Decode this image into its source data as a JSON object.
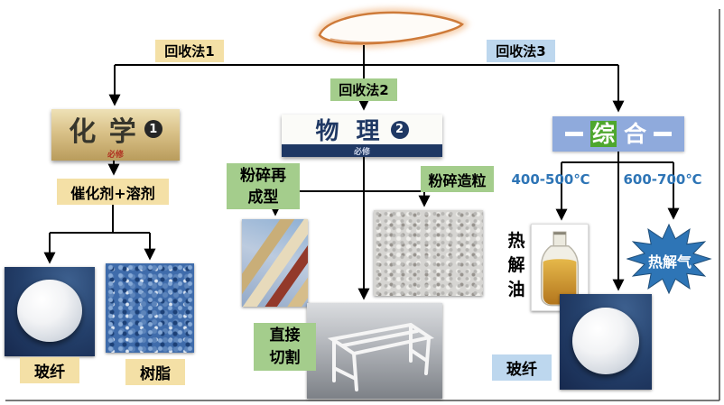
{
  "diagram_subject": "wind-blade-recycling-routes",
  "branches": {
    "chemical": {
      "route_label": "回收法1",
      "title": "化 学",
      "badge": "1",
      "subtitle": "必修",
      "process": "催化剂+溶剂",
      "outputs": [
        "玻纤",
        "树脂"
      ]
    },
    "physical": {
      "route_label": "回收法2",
      "title": "物 理",
      "badge": "2",
      "subtitle": "必修",
      "processes": [
        "粉碎再成型",
        "粉碎造粒",
        "直接切割"
      ]
    },
    "comprehensive": {
      "route_label": "回收法3",
      "title_chars": [
        "综",
        "合"
      ],
      "temperatures": [
        "400-500℃",
        "600-700℃"
      ],
      "outputs": [
        "热解油",
        "热解气",
        "玻纤"
      ]
    }
  },
  "colors": {
    "yellow_label": "#F4E0A6",
    "green_label": "#A4CD8C",
    "blue_label": "#BDD7EE",
    "temp_text": "#2E75B6",
    "starburst": "#2E75B6",
    "comp_bg": "#8FAADC",
    "comp_highlight": "#4EA72E",
    "chem_cover": "#D9C188",
    "phys_band": "#1F3864",
    "blade_outline": "#CE7B3A"
  }
}
